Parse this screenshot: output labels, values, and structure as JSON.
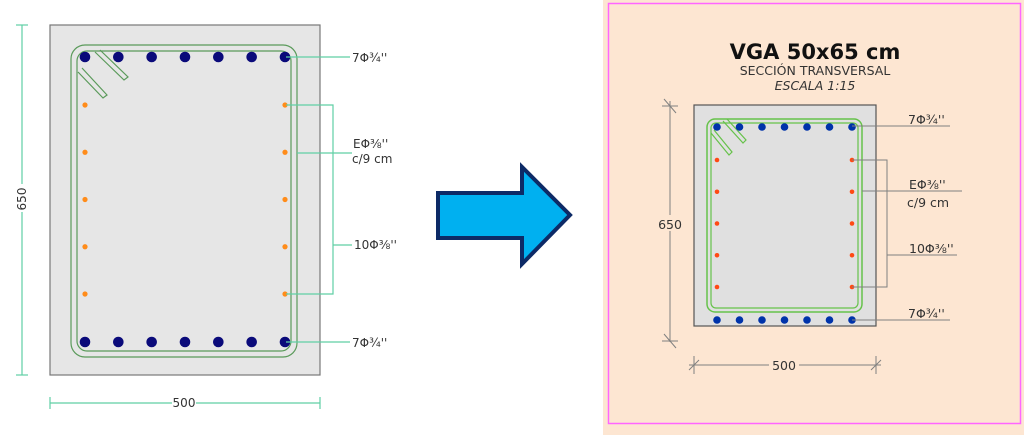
{
  "left_section": {
    "dimensions": {
      "height": "650",
      "width": "500"
    },
    "labels": {
      "top_bars": "7Φ¾''",
      "stirrup_line1": "EΦ⅜''",
      "stirrup_line2": "c/9 cm",
      "side_bars": "10Φ⅜''",
      "bottom_bars": "7Φ¾''"
    },
    "top_bar_count": 7,
    "bottom_bar_count": 7,
    "side_bars_per_side": 5,
    "colors": {
      "concrete": "#e6e6e6",
      "main_bar": "#0a0a7a",
      "side_bar": "#ff8c1a",
      "stirrup": "#5a9a5a",
      "dimension_line": "#5fcfa5"
    }
  },
  "arrow": {
    "icon": "right-arrow-icon",
    "fill": "#00b0f0",
    "stroke": "#0d2a66"
  },
  "right_section": {
    "title": "VGA 50x65 cm",
    "subtitle": "SECCIÓN TRANSVERSAL",
    "scale": "ESCALA 1:15",
    "dimensions": {
      "height": "650",
      "width": "500"
    },
    "labels": {
      "top_bars": "7Φ¾''",
      "stirrup_line1": "EΦ⅜''",
      "stirrup_line2": "c/9 cm",
      "side_bars": "10Φ⅜''",
      "bottom_bars": "7Φ¾''"
    },
    "top_bar_count": 7,
    "bottom_bar_count": 7,
    "side_bars_per_side": 5,
    "colors": {
      "background": "#fde6d2",
      "frame": "#ff66ff",
      "concrete": "#e0e0e0",
      "main_bar": "#0033aa",
      "side_bar": "#ff4a14",
      "stirrup": "#66c24a",
      "dimension_line": "#808080"
    }
  }
}
